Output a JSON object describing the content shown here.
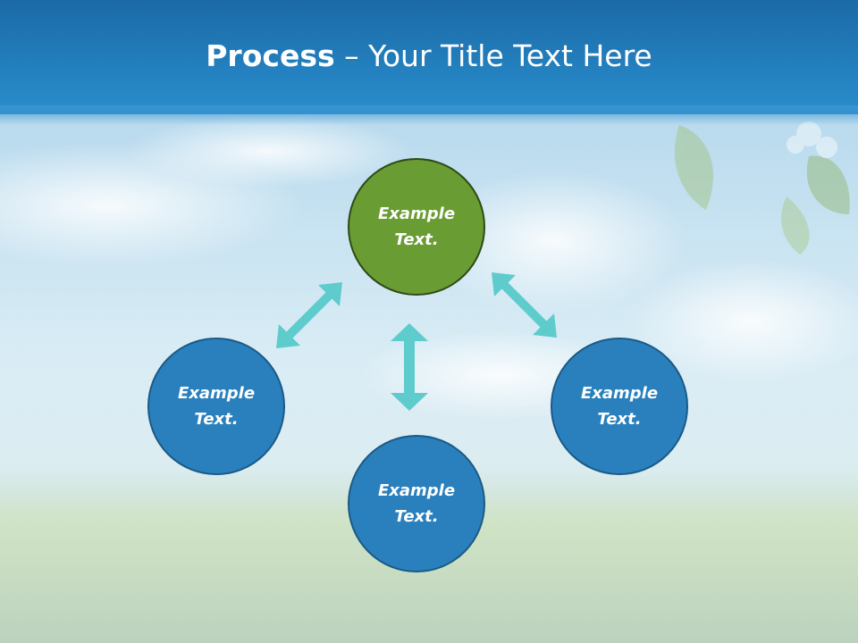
{
  "header": {
    "title_bold": "Process",
    "title_rest": " – Your Title Text Here"
  },
  "nodes": {
    "top": {
      "line1": "Example",
      "line2": "Text."
    },
    "left": {
      "line1": "Example",
      "line2": "Text."
    },
    "right": {
      "line1": "Example",
      "line2": "Text."
    },
    "bottom": {
      "line1": "Example",
      "line2": "Text."
    }
  },
  "colors": {
    "header": "#2583c2",
    "node_blue": "#2a80bd",
    "node_green": "#6a9c34",
    "arrow": "#5ecbcc"
  }
}
